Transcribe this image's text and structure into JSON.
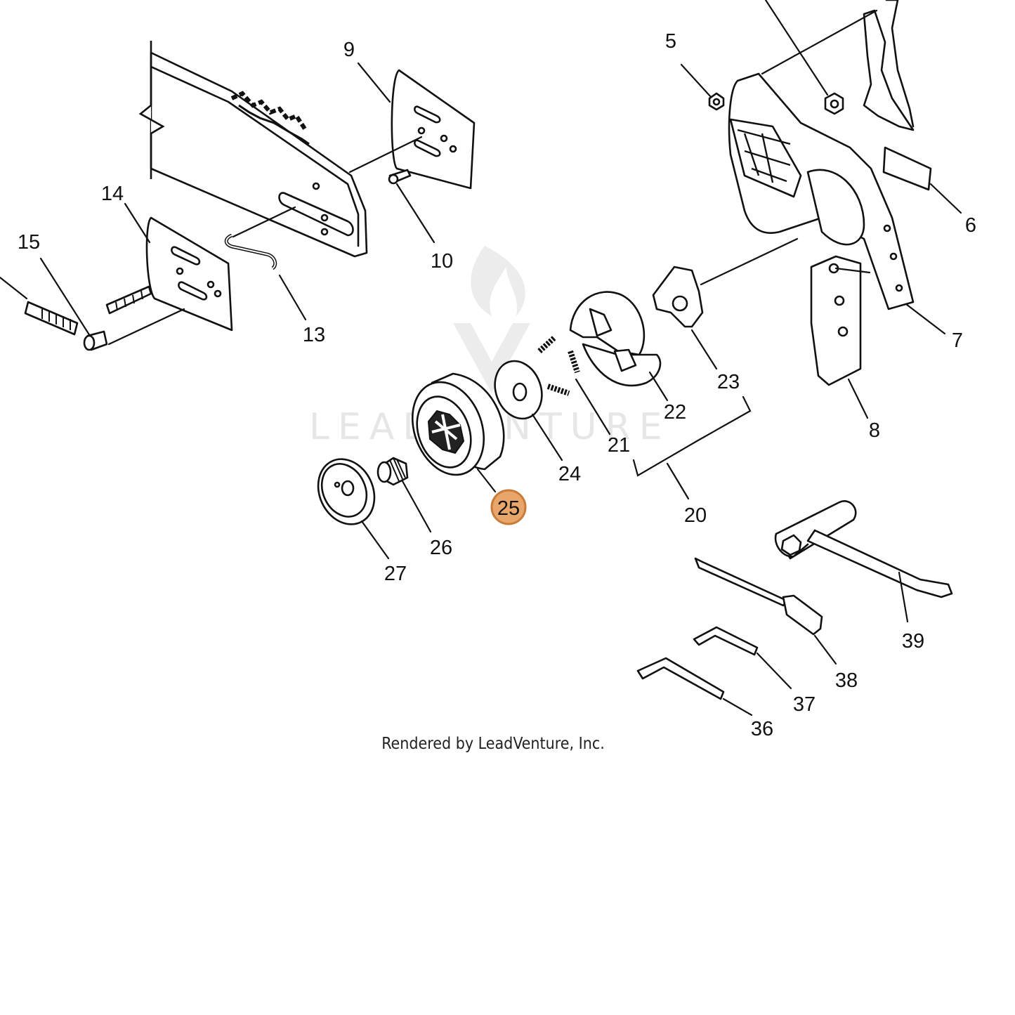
{
  "watermark": {
    "text": "LEADVENTURE"
  },
  "highlight": {
    "callout": "25",
    "color": "#E8A66A",
    "stroke": "#C97B3A"
  },
  "footer": {
    "text": "Rendered by LeadVenture, Inc."
  },
  "callouts": {
    "c5": "5",
    "c6": "6",
    "c7": "7",
    "c8": "8",
    "c9": "9",
    "c10": "10",
    "c13": "13",
    "c14": "14",
    "c15": "15",
    "c20": "20",
    "c21": "21",
    "c22": "22",
    "c23": "23",
    "c24": "24",
    "c25": "25",
    "c26": "26",
    "c27": "27",
    "c36": "36",
    "c37": "37",
    "c38": "38",
    "c39": "39"
  }
}
